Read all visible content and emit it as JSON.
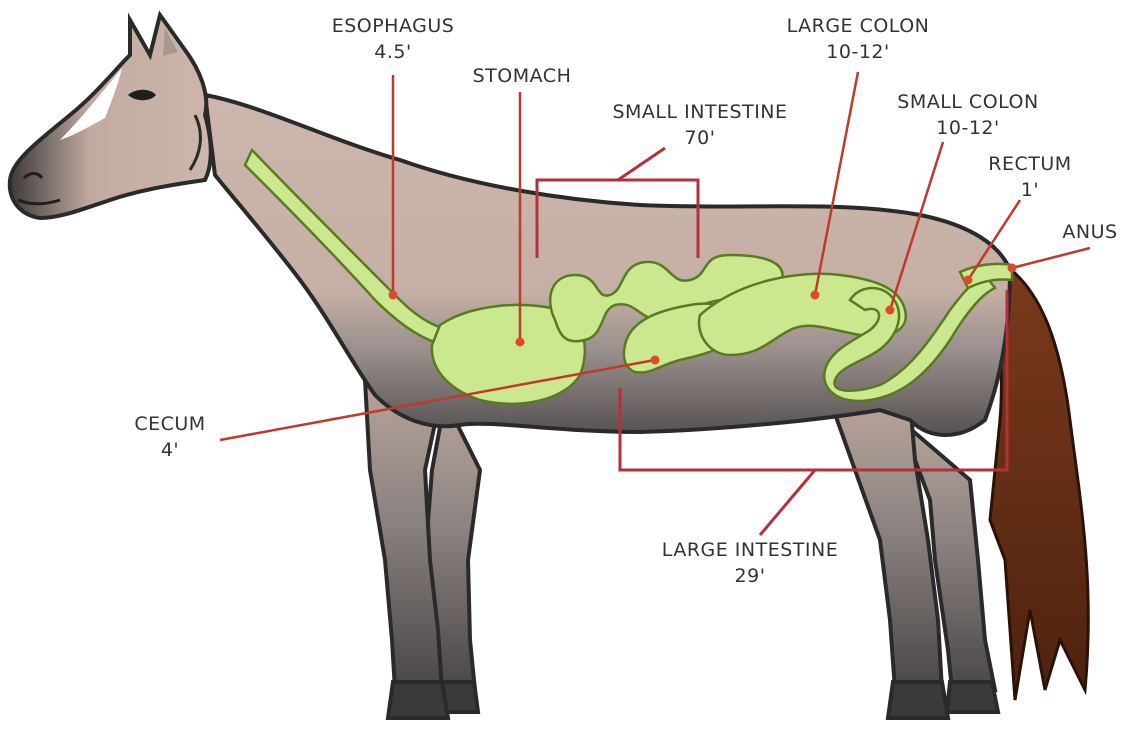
{
  "colors": {
    "background": "#ffffff",
    "horse_body": "#cdb6ac",
    "horse_lower": "#6e6a6a",
    "hooves": "#3a3a3a",
    "outline": "#2a2a2a",
    "blaze": "#ffffff",
    "tail": "#5e2a14",
    "gut_fill": "#cce88f",
    "gut_outline": "#5a7a22",
    "leader_line": "#c0392b",
    "bracket": "#b5303c",
    "label_text": "#333333"
  },
  "labels": {
    "esophagus": {
      "name": "ESOPHAGUS",
      "length": "4.5'"
    },
    "stomach": {
      "name": "STOMACH"
    },
    "small_intestine": {
      "name": "SMALL INTESTINE",
      "length": "70'"
    },
    "large_colon": {
      "name": "LARGE COLON",
      "length": "10-12'"
    },
    "small_colon": {
      "name": "SMALL COLON",
      "length": "10-12'"
    },
    "rectum": {
      "name": "RECTUM",
      "length": "1'"
    },
    "anus": {
      "name": "ANUS"
    },
    "cecum": {
      "name": "CECUM",
      "length": "4'"
    },
    "large_intestine": {
      "name": "LARGE INTESTINE",
      "length": "29'"
    }
  }
}
